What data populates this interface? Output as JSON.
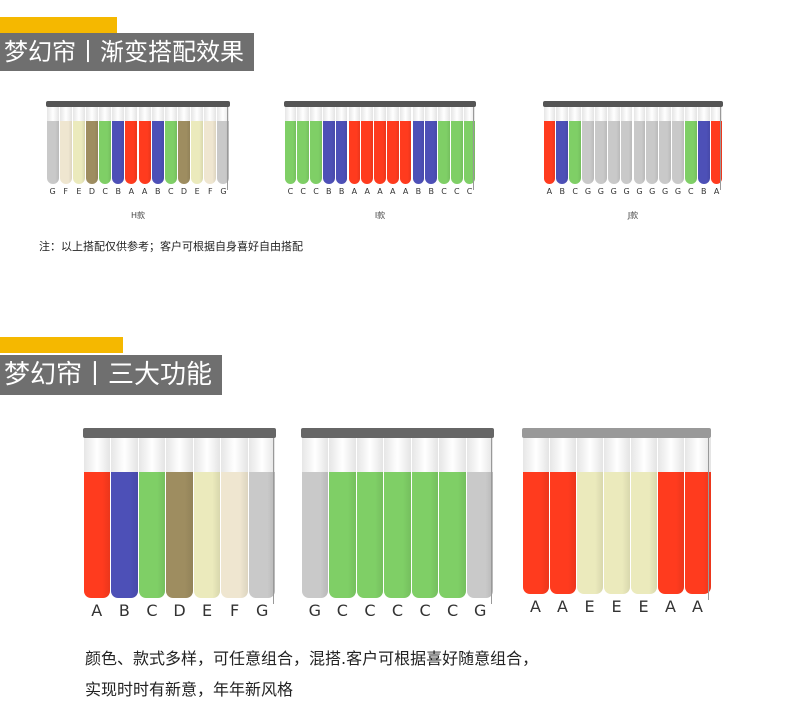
{
  "section1": {
    "title": "梦幻帘丨渐变搭配效果",
    "blinds": [
      {
        "caption": "H款",
        "labels": [
          "G",
          "F",
          "E",
          "D",
          "C",
          "B",
          "A",
          "A",
          "B",
          "C",
          "D",
          "E",
          "F",
          "G"
        ],
        "colors": [
          "#c9c9c9",
          "#efe6d0",
          "#ebeabc",
          "#9e8d60",
          "#7fcf66",
          "#4d50b7",
          "#ff3b1e",
          "#ff3b1e",
          "#4d50b7",
          "#7fcf66",
          "#9e8d60",
          "#ebeabc",
          "#efe6d0",
          "#c9c9c9"
        ]
      },
      {
        "caption": "I款",
        "labels": [
          "C",
          "C",
          "C",
          "B",
          "B",
          "A",
          "A",
          "A",
          "A",
          "A",
          "B",
          "B",
          "C",
          "C",
          "C"
        ],
        "colors": [
          "#7fcf66",
          "#7fcf66",
          "#7fcf66",
          "#4d50b7",
          "#4d50b7",
          "#ff3b1e",
          "#ff3b1e",
          "#ff3b1e",
          "#ff3b1e",
          "#ff3b1e",
          "#4d50b7",
          "#4d50b7",
          "#7fcf66",
          "#7fcf66",
          "#7fcf66"
        ]
      },
      {
        "caption": "J款",
        "labels": [
          "A",
          "B",
          "C",
          "G",
          "G",
          "G",
          "G",
          "G",
          "G",
          "G",
          "G",
          "C",
          "B",
          "A"
        ],
        "colors": [
          "#ff3b1e",
          "#4d50b7",
          "#7fcf66",
          "#c9c9c9",
          "#c9c9c9",
          "#c9c9c9",
          "#c9c9c9",
          "#c9c9c9",
          "#c9c9c9",
          "#c9c9c9",
          "#c9c9c9",
          "#7fcf66",
          "#4d50b7",
          "#ff3b1e"
        ]
      }
    ],
    "note": "注：以上搭配仅供参考；客户可根据自身喜好自由搭配"
  },
  "section2": {
    "title": "梦幻帘丨三大功能",
    "blinds": [
      {
        "labels": [
          "A",
          "B",
          "C",
          "D",
          "E",
          "F",
          "G"
        ],
        "colors": [
          "#ff3b1e",
          "#4d50b7",
          "#7fcf66",
          "#9e8d60",
          "#ebeabc",
          "#efe6d0",
          "#c9c9c9"
        ]
      },
      {
        "labels": [
          "G",
          "C",
          "C",
          "C",
          "C",
          "C",
          "G"
        ],
        "colors": [
          "#c9c9c9",
          "#7fcf66",
          "#7fcf66",
          "#7fcf66",
          "#7fcf66",
          "#7fcf66",
          "#c9c9c9"
        ]
      },
      {
        "labels": [
          "A",
          "A",
          "E",
          "E",
          "E",
          "A",
          "A"
        ],
        "colors": [
          "#ff3b1e",
          "#ff3b1e",
          "#ebeabc",
          "#ebeabc",
          "#ebeabc",
          "#ff3b1e",
          "#ff3b1e"
        ]
      }
    ],
    "desc_line1": "颜色、款式多样，可任意组合，混搭.客户可根据喜好随意组合，",
    "desc_line2": "实现时时有新意，年年新风格"
  }
}
